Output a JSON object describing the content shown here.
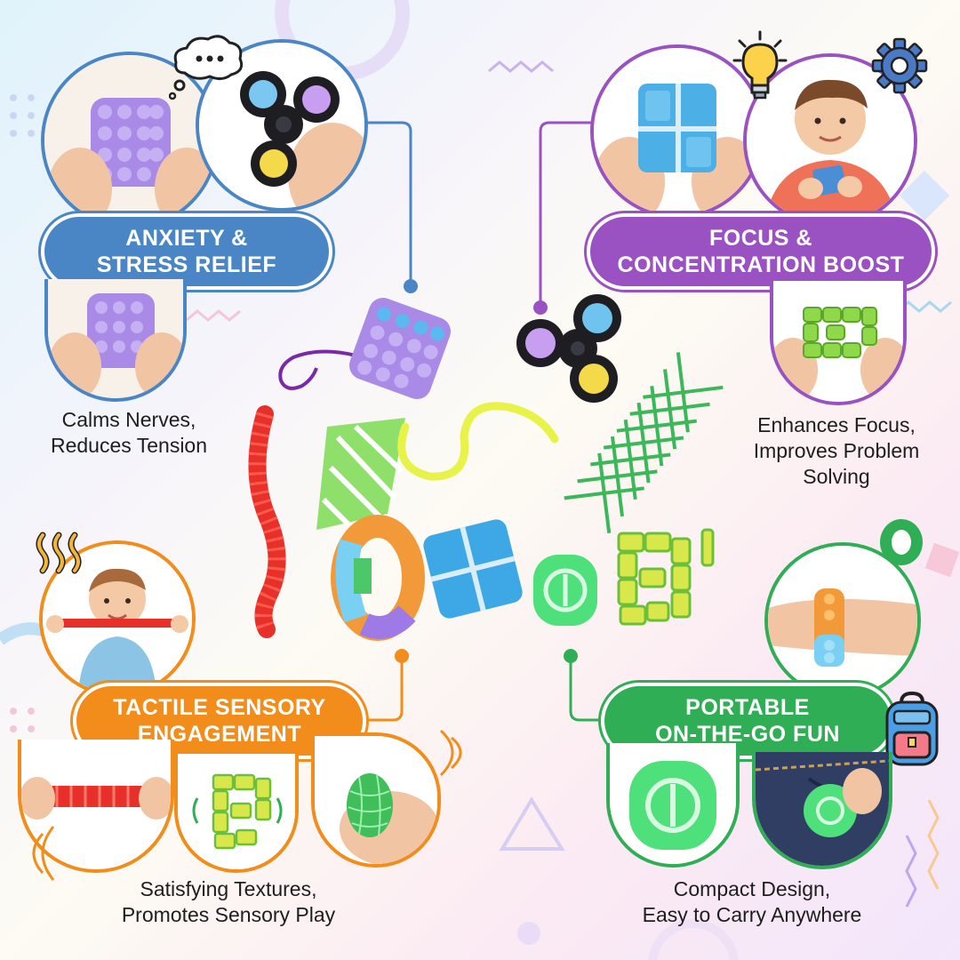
{
  "colors": {
    "blue": "#4a86c6",
    "purple": "#9a52c2",
    "orange": "#f28c1a",
    "green": "#2fae55"
  },
  "sections": {
    "anxiety": {
      "title_line1": "ANXIETY &",
      "title_line2": "STRESS RELIEF",
      "caption_line1": "Calms Nerves,",
      "caption_line2": "Reduces Tension"
    },
    "focus": {
      "title_line1": "FOCUS &",
      "title_line2": "CONCENTRATION BOOST",
      "caption_line1": "Enhances Focus,",
      "caption_line2": "Improves Problem",
      "caption_line3": "Solving"
    },
    "tactile": {
      "title_line1": "TACTILE SENSORY",
      "title_line2": "ENGAGEMENT",
      "caption_line1": "Satisfying Textures,",
      "caption_line2": "Promotes Sensory Play"
    },
    "portable": {
      "title_line1": "PORTABLE",
      "title_line2": "ON-THE-GO FUN",
      "caption_line1": "Compact Design,",
      "caption_line2": "Easy to Carry Anywhere"
    }
  },
  "icons": {
    "thought_bubble": "thought-bubble-icon",
    "lightbulb": "lightbulb-icon",
    "gear": "gear-icon",
    "backpack": "backpack-icon"
  }
}
